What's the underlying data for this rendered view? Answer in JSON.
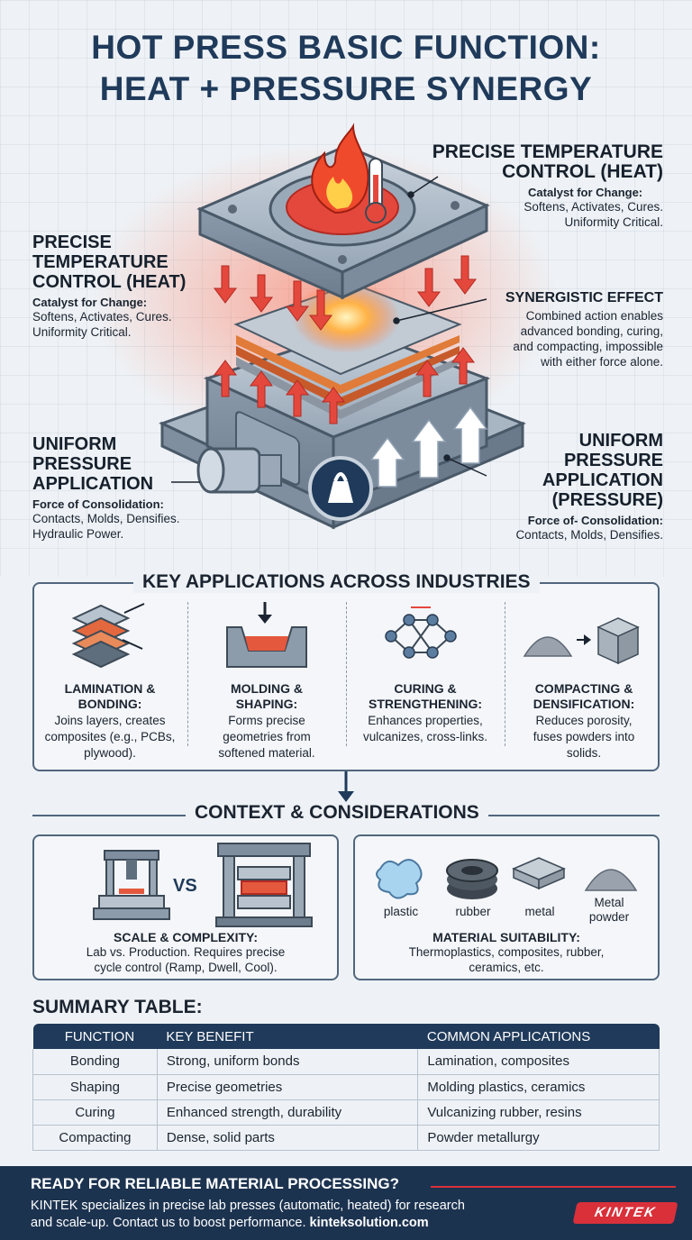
{
  "title": {
    "line1": "HOT PRESS BASIC FUNCTION:",
    "line2": "HEAT + PRESSURE SYNERGY"
  },
  "callouts": {
    "heat_right": {
      "head1": "PRECISE TEMPERATURE",
      "head2": "CONTROL (HEAT)",
      "sub": "Catalyst for Change:",
      "body1": "Softens, Activates, Cures.",
      "body2": "Uniformity Critical."
    },
    "heat_left": {
      "head1": "PRECISE",
      "head2": "TEMPERATURE",
      "head3": "CONTROL (HEAT)",
      "sub": "Catalyst for Change:",
      "body1": "Softens, Activates, Cures.",
      "body2": "Uniformity Critical."
    },
    "synergy": {
      "head": "SYNERGISTIC EFFECT",
      "body1": "Combined action enables",
      "body2": "advanced bonding, curing,",
      "body3": "and compacting, impossible",
      "body4": "with either force alone."
    },
    "pressure_left": {
      "head1": "UNIFORM",
      "head2": "PRESSURE",
      "head3": "APPLICATION",
      "sub": "Force of Consolidation:",
      "body1": "Contacts, Molds, Densifies.",
      "body2": "Hydraulic Power."
    },
    "pressure_right": {
      "head1": "UNIFORM",
      "head2": "PRESSURE",
      "head3": "APPLICATION",
      "head4": "(PRESSURE)",
      "sub": "Force of- Consolidation:",
      "body1": "Contacts, Molds, Densifies."
    }
  },
  "applications": {
    "title": "KEY APPLICATIONS ACROSS INDUSTRIES",
    "items": [
      {
        "h1": "LAMINATION &",
        "h2": "BONDING:",
        "d1": "Joins layers, creates",
        "d2": "composites (e.g., PCBs,",
        "d3": "plywood)."
      },
      {
        "h1": "MOLDING &",
        "h2": "SHAPING:",
        "d1": "Forms precise",
        "d2": "geometries from",
        "d3": "softened material."
      },
      {
        "h1": "CURING &",
        "h2": "STRENGTHENING:",
        "d1": "Enhances properties,",
        "d2": "vulcanizes, cross-links.",
        "d3": ""
      },
      {
        "h1": "COMPACTING &",
        "h2": "DENSIFICATION:",
        "d1": "Reduces porosity,",
        "d2": "fuses powders into",
        "d3": "solids."
      }
    ]
  },
  "context": {
    "title": "CONTEXT & CONSIDERATIONS",
    "vs": "VS",
    "scale": {
      "h": "SCALE & COMPLEXITY:",
      "d1": "Lab vs. Production. Requires precise",
      "d2": "cycle control (Ramp, Dwell, Cool)."
    },
    "materials": {
      "labels": [
        "plastic",
        "rubber",
        "metal",
        "Metal powder"
      ],
      "h": "MATERIAL SUITABILITY:",
      "d1": "Thermoplastics, composites, rubber,",
      "d2": "ceramics, etc."
    }
  },
  "summary": {
    "title": "SUMMARY TABLE:",
    "headers": [
      "FUNCTION",
      "KEY BENEFIT",
      "COMMON APPLICATIONS"
    ],
    "rows": [
      [
        "Bonding",
        "Strong, uniform bonds",
        "Lamination, composites"
      ],
      [
        "Shaping",
        "Precise geometries",
        "Molding plastics, ceramics"
      ],
      [
        "Curing",
        "Enhanced strength, durability",
        "Vulcanizing rubber, resins"
      ],
      [
        "Compacting",
        "Dense, solid parts",
        "Powder metallurgy"
      ]
    ]
  },
  "footer": {
    "heading": "READY FOR RELIABLE MATERIAL PROCESSING?",
    "body1": "KINTEK specializes in precise lab presses (automatic, heated) for research",
    "body2": "and scale-up. Contact us to boost performance. ",
    "link": "kinteksolution.com",
    "logo": "KINTEK"
  },
  "colors": {
    "navy": "#1f3a5a",
    "heat_red": "#e4483d",
    "accent_red": "#d9303a",
    "steel": "#8fa0b2"
  }
}
